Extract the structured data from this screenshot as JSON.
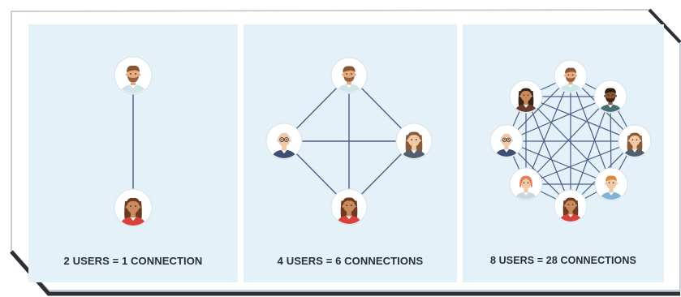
{
  "panels": [
    {
      "caption": "2 USERS = 1 CONNECTION",
      "users": [
        {
          "avatar": "man-beard"
        },
        {
          "avatar": "woman-long-hair"
        }
      ]
    },
    {
      "caption": "4 USERS = 6 CONNECTIONS",
      "users": [
        {
          "avatar": "man-beard"
        },
        {
          "avatar": "woman-brown-hair"
        },
        {
          "avatar": "woman-long-hair"
        },
        {
          "avatar": "old-man-glasses"
        }
      ]
    },
    {
      "caption": "8 USERS = 28 CONNECTIONS",
      "users": [
        {
          "avatar": "man-beard"
        },
        {
          "avatar": "man-dark-skin"
        },
        {
          "avatar": "woman-brown-hair"
        },
        {
          "avatar": "man-orange-hair"
        },
        {
          "avatar": "woman-long-hair"
        },
        {
          "avatar": "woman-red-hair"
        },
        {
          "avatar": "old-man-glasses"
        },
        {
          "avatar": "woman-dark-curly"
        }
      ]
    }
  ],
  "colors": {
    "panel_bg": "#e4f1f8",
    "line": "#4b5f86",
    "avatar_circle": "#ffffff",
    "caption_text": "#2a2f38"
  }
}
